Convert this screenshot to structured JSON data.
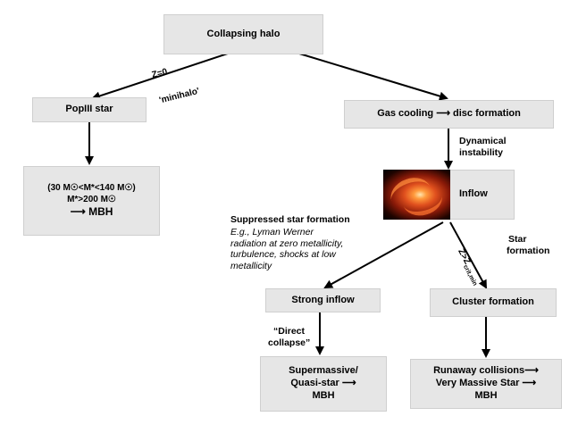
{
  "boxes": {
    "collapsing_halo": "Collapsing halo",
    "popiii_star": "PopIII star",
    "gas_cooling": "Gas cooling ⟶ disc formation",
    "popiii_mbh_line1": "(30 M☉<M*<140 M☉)",
    "popiii_mbh_line2": "M*>200 M☉",
    "popiii_mbh_line3": "⟶ MBH",
    "inflow": "Inflow",
    "strong_inflow": "Strong inflow",
    "cluster_formation": "Cluster formation",
    "supermassive_line1": "Supermassive/",
    "supermassive_line2": "Quasi-star ⟶",
    "supermassive_line3": "MBH",
    "runaway_line1": "Runaway collisions⟶",
    "runaway_line2": "Very Massive Star ⟶",
    "runaway_line3": "MBH"
  },
  "labels": {
    "z0": "Z=0",
    "minihalo": "'minihalo'",
    "dynamical": "Dynamical",
    "instability": "instability",
    "suppressed": "Suppressed star formation",
    "suppressed_note_1": "E.g., Lyman Werner",
    "suppressed_note_2": "radiation at zero metallicity,",
    "suppressed_note_3": "turbulence, shocks at low",
    "suppressed_note_4": "metallicity",
    "star": "Star",
    "formation": "formation",
    "z_crit": "Z>Z",
    "z_crit_sub": "crit,min",
    "direct_1": "“Direct",
    "direct_2": "collapse”"
  }
}
